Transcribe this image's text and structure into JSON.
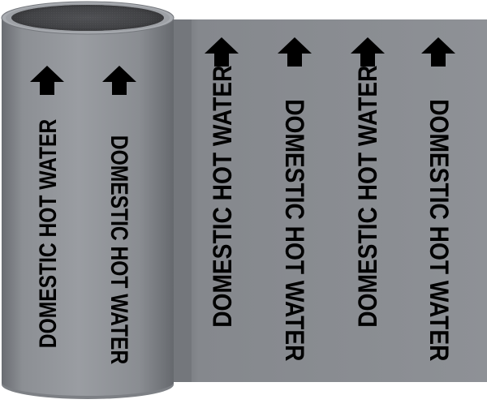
{
  "product": {
    "label_text": "DOMESTIC HOT WATER",
    "tape_color": "#8a8d92",
    "text_color": "#000000",
    "core_color": "#4a4a4d",
    "arrow_icon": "arrow-up-icon"
  },
  "roll_labels": [
    {
      "text": "DOMESTIC HOT WATER",
      "orientation": "reading-bottom-to-top"
    },
    {
      "text": "DOMESTIC HOT WATER",
      "orientation": "reading-top-to-bottom"
    }
  ],
  "strip_labels": [
    {
      "text": "DOMESTIC HOT WATER",
      "orientation": "reading-bottom-to-top"
    },
    {
      "text": "DOMESTIC HOT WATER",
      "orientation": "reading-top-to-bottom"
    },
    {
      "text": "DOMESTIC HOT WATER",
      "orientation": "reading-bottom-to-top"
    },
    {
      "text": "DOMESTIC HOT WATER",
      "orientation": "reading-top-to-bottom"
    }
  ]
}
